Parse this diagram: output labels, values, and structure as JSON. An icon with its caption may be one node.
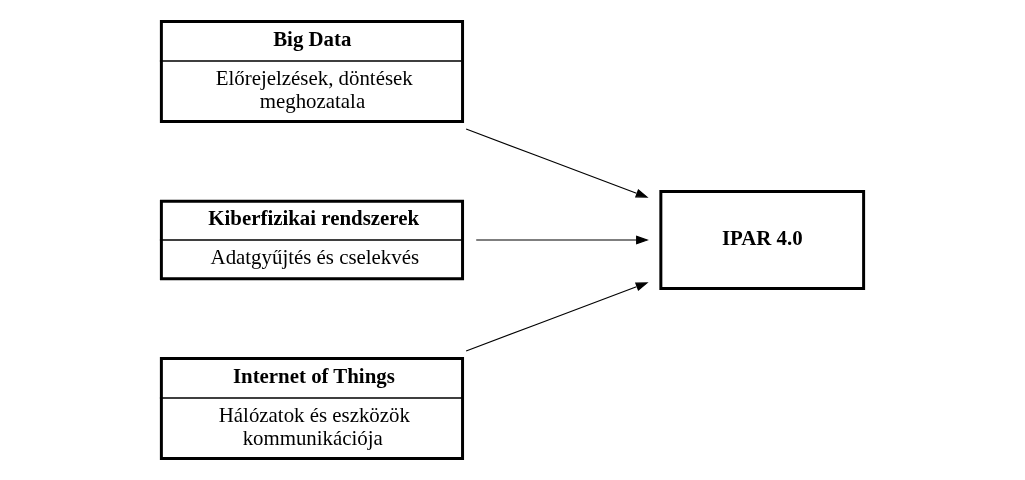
{
  "diagram": {
    "nodes": [
      {
        "text": [
          "Big Data",
          "Előrejelzések, döntések meghozatala"
        ]
      },
      {
        "text": [
          "Kiberfizikai rendszerek",
          "Adatgyűjtés és cselekvés"
        ]
      },
      {
        "text": [
          "Internet of Things",
          "Hálózatok és eszközök kommunikációja"
        ]
      },
      {
        "text": [
          "IPAR 4.0"
        ]
      }
    ],
    "edges": [
      {
        "from": 0,
        "to": 3,
        "arrow": "to"
      },
      {
        "from": 1,
        "to": 3,
        "arrow": "to"
      },
      {
        "from": 2,
        "to": 3,
        "arrow": "to"
      }
    ]
  }
}
